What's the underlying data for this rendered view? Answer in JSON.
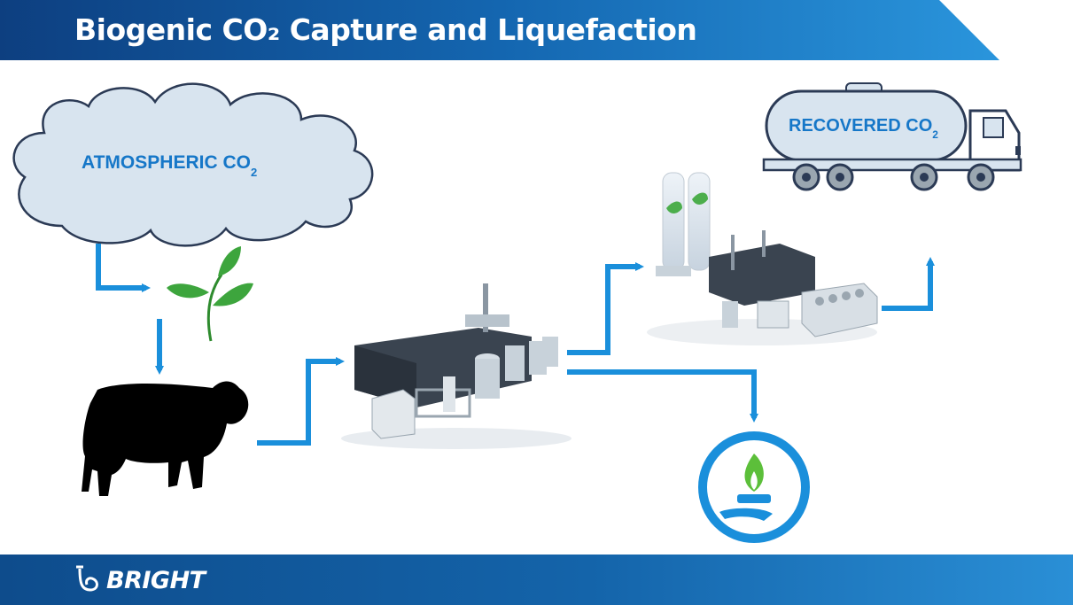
{
  "header": {
    "title": "Biogenic CO₂ Capture and Liquefaction"
  },
  "nodes": {
    "cloud_label": "ATMOSPHERIC CO",
    "cloud_label_sub": "2",
    "truck_label": "RECOVERED CO",
    "truck_label_sub": "2"
  },
  "footer": {
    "brand": "BRIGHT"
  },
  "colors": {
    "accent": "#1a8fdb",
    "header_dark": "#0d4a8a",
    "cloud_fill": "#d8e4ef",
    "cloud_stroke": "#2b3a55"
  }
}
